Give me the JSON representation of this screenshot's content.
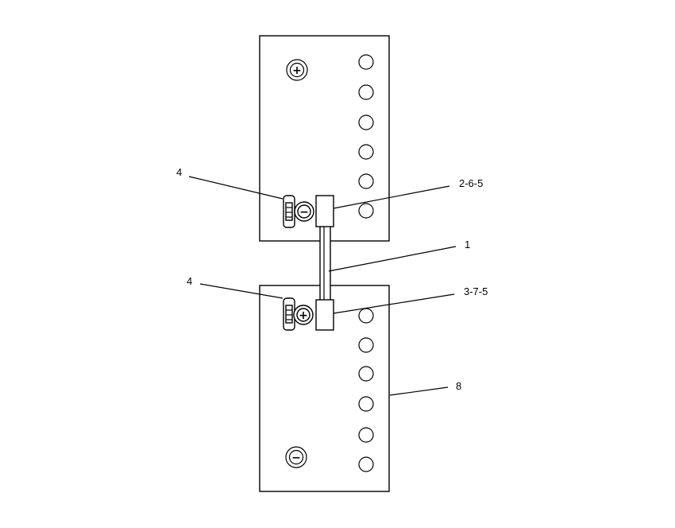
{
  "labels": {
    "top_terminal_callout": "4",
    "top_connector_callout": "2-6-5",
    "cable_callout": "1",
    "bottom_terminal_callout": "4",
    "bottom_connector_callout": "3-7-5",
    "battery_callout": "8"
  },
  "symbols": {
    "plus": "+",
    "minus": "−"
  }
}
